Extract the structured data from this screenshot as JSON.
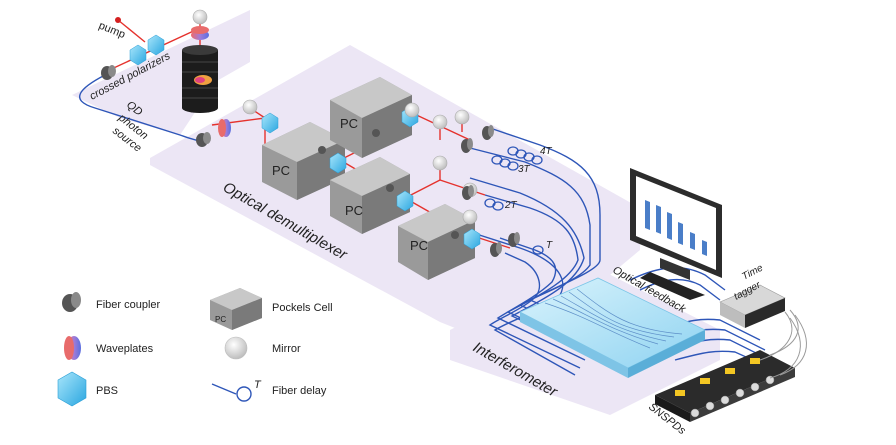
{
  "labels": {
    "pump": "pump",
    "crossed_polarizers": "crossed polarizers",
    "qd_line1": "QD",
    "qd_line2": "photon",
    "qd_line3": "source",
    "optical_demux": "Optical demultiplexer",
    "interferometer": "Interferometer",
    "optical_feedback": "Optical feedback",
    "snspds": "SNSPDs",
    "time_tagger_line1": "Time",
    "time_tagger_line2": "tagger",
    "pc": "PC",
    "delay_4t": "4T",
    "delay_3t": "3T",
    "delay_2t": "2T",
    "delay_t": "T"
  },
  "legend": {
    "fiber_coupler": "Fiber coupler",
    "waveplates": "Waveplates",
    "pbs": "PBS",
    "pockels_cell": "Pockels Cell",
    "mirror": "Mirror",
    "fiber_delay": "Fiber delay",
    "pc_small": "PC",
    "t_small": "T"
  },
  "colors": {
    "region": "#ece6f5",
    "laser": "#e5322d",
    "fiber": "#2e56b8",
    "pbs": "#5ec7ef",
    "pc_body": "#9a9a9a",
    "detector": "#2b2b2b"
  }
}
